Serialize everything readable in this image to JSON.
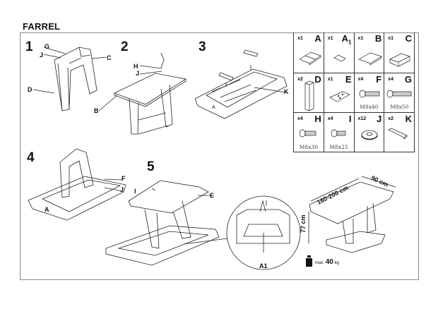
{
  "document": {
    "title": "FARREL"
  },
  "steps": [
    {
      "number": "1",
      "labels": [
        "G",
        "J",
        "C",
        "D"
      ]
    },
    {
      "number": "2",
      "labels": [
        "H",
        "J",
        "B"
      ]
    },
    {
      "number": "3",
      "labels": [
        "K",
        "A"
      ]
    },
    {
      "number": "4",
      "labels": [
        "F",
        "J",
        "A"
      ]
    },
    {
      "number": "5",
      "labels": [
        "I",
        "E"
      ]
    }
  ],
  "detail": {
    "label": "A1"
  },
  "parts": [
    {
      "qty": "x1",
      "letter": "A",
      "sub": "",
      "size": ""
    },
    {
      "qty": "x1",
      "letter": "A",
      "sub": "1",
      "size": ""
    },
    {
      "qty": "x1",
      "letter": "B",
      "sub": "",
      "size": ""
    },
    {
      "qty": "x1",
      "letter": "C",
      "sub": "",
      "size": ""
    },
    {
      "qty": "x2",
      "letter": "D",
      "sub": "",
      "size": ""
    },
    {
      "qty": "x1",
      "letter": "E",
      "sub": "",
      "size": ""
    },
    {
      "qty": "x4",
      "letter": "F",
      "sub": "",
      "size": "M8x40"
    },
    {
      "qty": "x4",
      "letter": "G",
      "sub": "",
      "size": "M8x50"
    },
    {
      "qty": "x4",
      "letter": "H",
      "sub": "",
      "size": "M8x30"
    },
    {
      "qty": "x4",
      "letter": "I",
      "sub": "",
      "size": "M8x25"
    },
    {
      "qty": "x12",
      "letter": "J",
      "sub": "",
      "size": ""
    },
    {
      "qty": "x2",
      "letter": "K",
      "sub": "",
      "size": ""
    }
  ],
  "dimensions": {
    "length": "160-200 cm",
    "width": "90 cm",
    "height": "77 cm",
    "max_load_prefix": "max.",
    "max_load_value": "40",
    "max_load_unit": "kg"
  }
}
